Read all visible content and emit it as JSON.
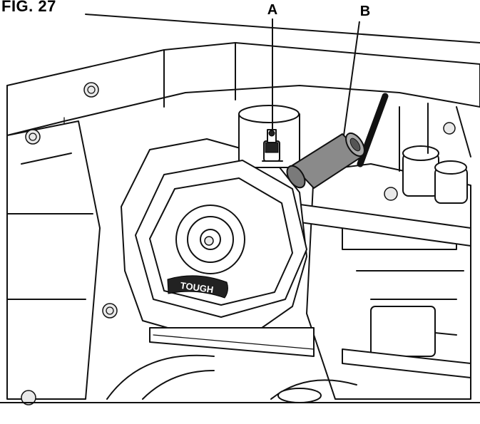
{
  "figure": {
    "title": "FIG. 27",
    "callouts": [
      {
        "id": "A",
        "label": "A"
      },
      {
        "id": "B",
        "label": "B"
      }
    ],
    "decal_text": "TOUGH"
  },
  "colors": {
    "line": "#111111",
    "background": "#ffffff",
    "cap_fill": "#8a8a8a"
  }
}
